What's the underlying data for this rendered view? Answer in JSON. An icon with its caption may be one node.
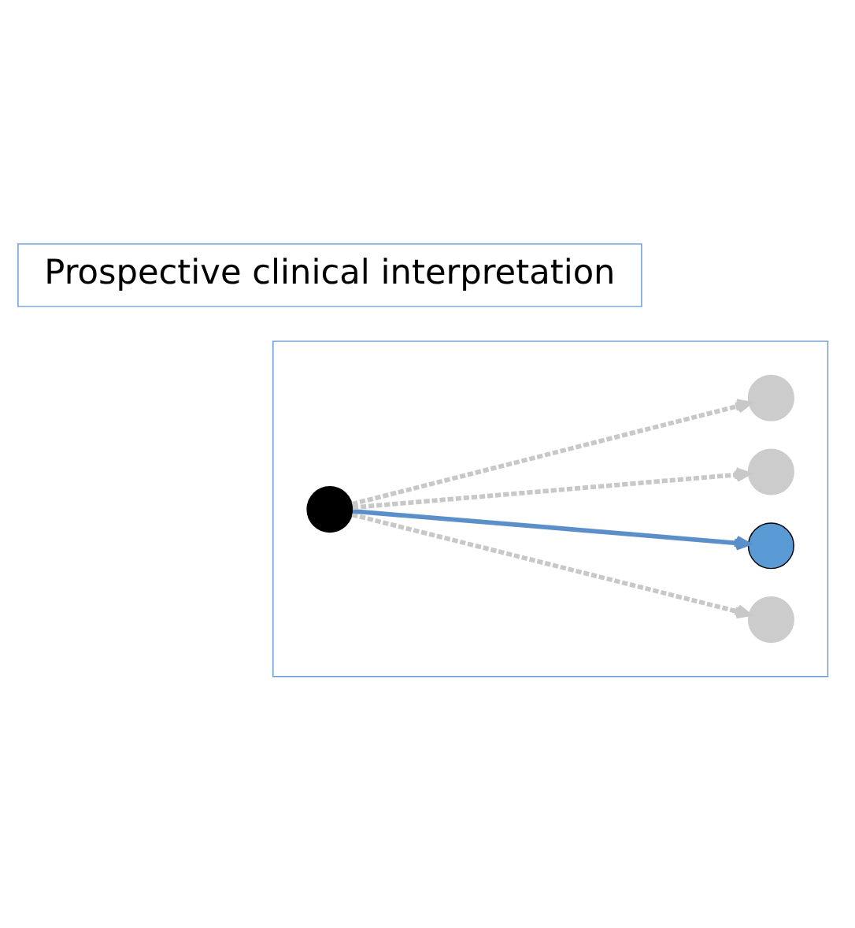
{
  "diagram": {
    "nodes": [
      {
        "text": [
          "Prospective clinical interpretation"
        ]
      },
      {
        "text": [],
        "shape": "box"
      },
      {
        "text": [],
        "shape": "circle",
        "in": 1
      },
      {
        "text": [],
        "shape": "circle",
        "in": 1
      },
      {
        "text": [],
        "shape": "circle",
        "in": 1
      },
      {
        "text": [],
        "shape": "circle",
        "in": 1
      },
      {
        "text": [],
        "shape": "circle",
        "in": 1
      }
    ],
    "edges": [
      {
        "from": 2,
        "to": 3,
        "arrow": "to",
        "style": "dashed"
      },
      {
        "from": 2,
        "to": 4,
        "arrow": "to",
        "color": "#5b8fc9"
      },
      {
        "from": 2,
        "to": 5,
        "arrow": "to",
        "style": "dashed"
      },
      {
        "from": 2,
        "to": 6,
        "arrow": "to",
        "style": "dashed"
      }
    ]
  }
}
